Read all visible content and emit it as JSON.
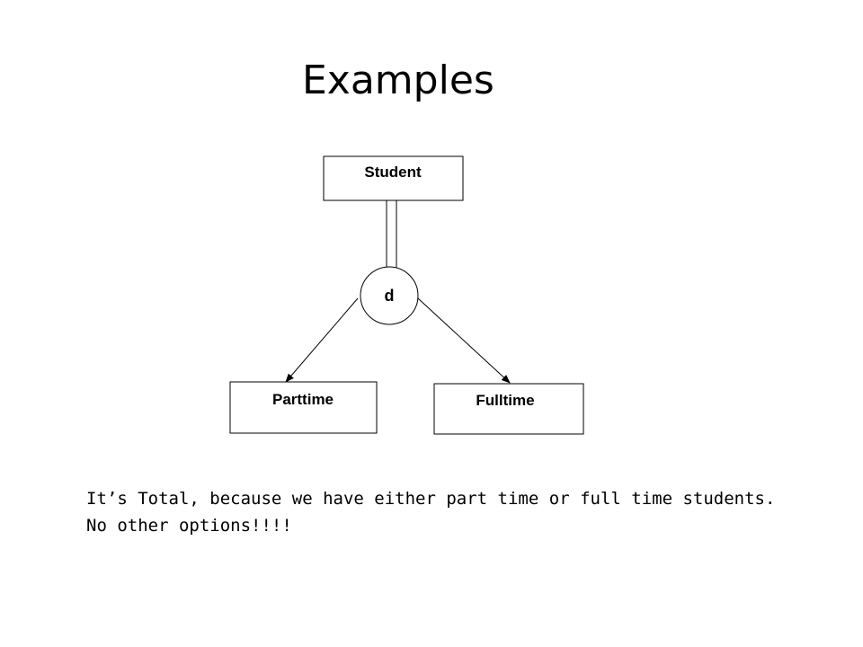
{
  "slide": {
    "title": "Examples",
    "caption": {
      "line1": "It’s Total, because we have either part time or full time students.",
      "line2": "No other options!!!!"
    }
  },
  "diagram": {
    "superclass": {
      "label": "Student"
    },
    "specialization": {
      "symbol": "d",
      "constraint": "disjoint",
      "participation": "total"
    },
    "subclasses": [
      {
        "label": "Parttime"
      },
      {
        "label": "Fulltime"
      }
    ]
  },
  "colors": {
    "line": "#000000",
    "background": "#ffffff"
  }
}
